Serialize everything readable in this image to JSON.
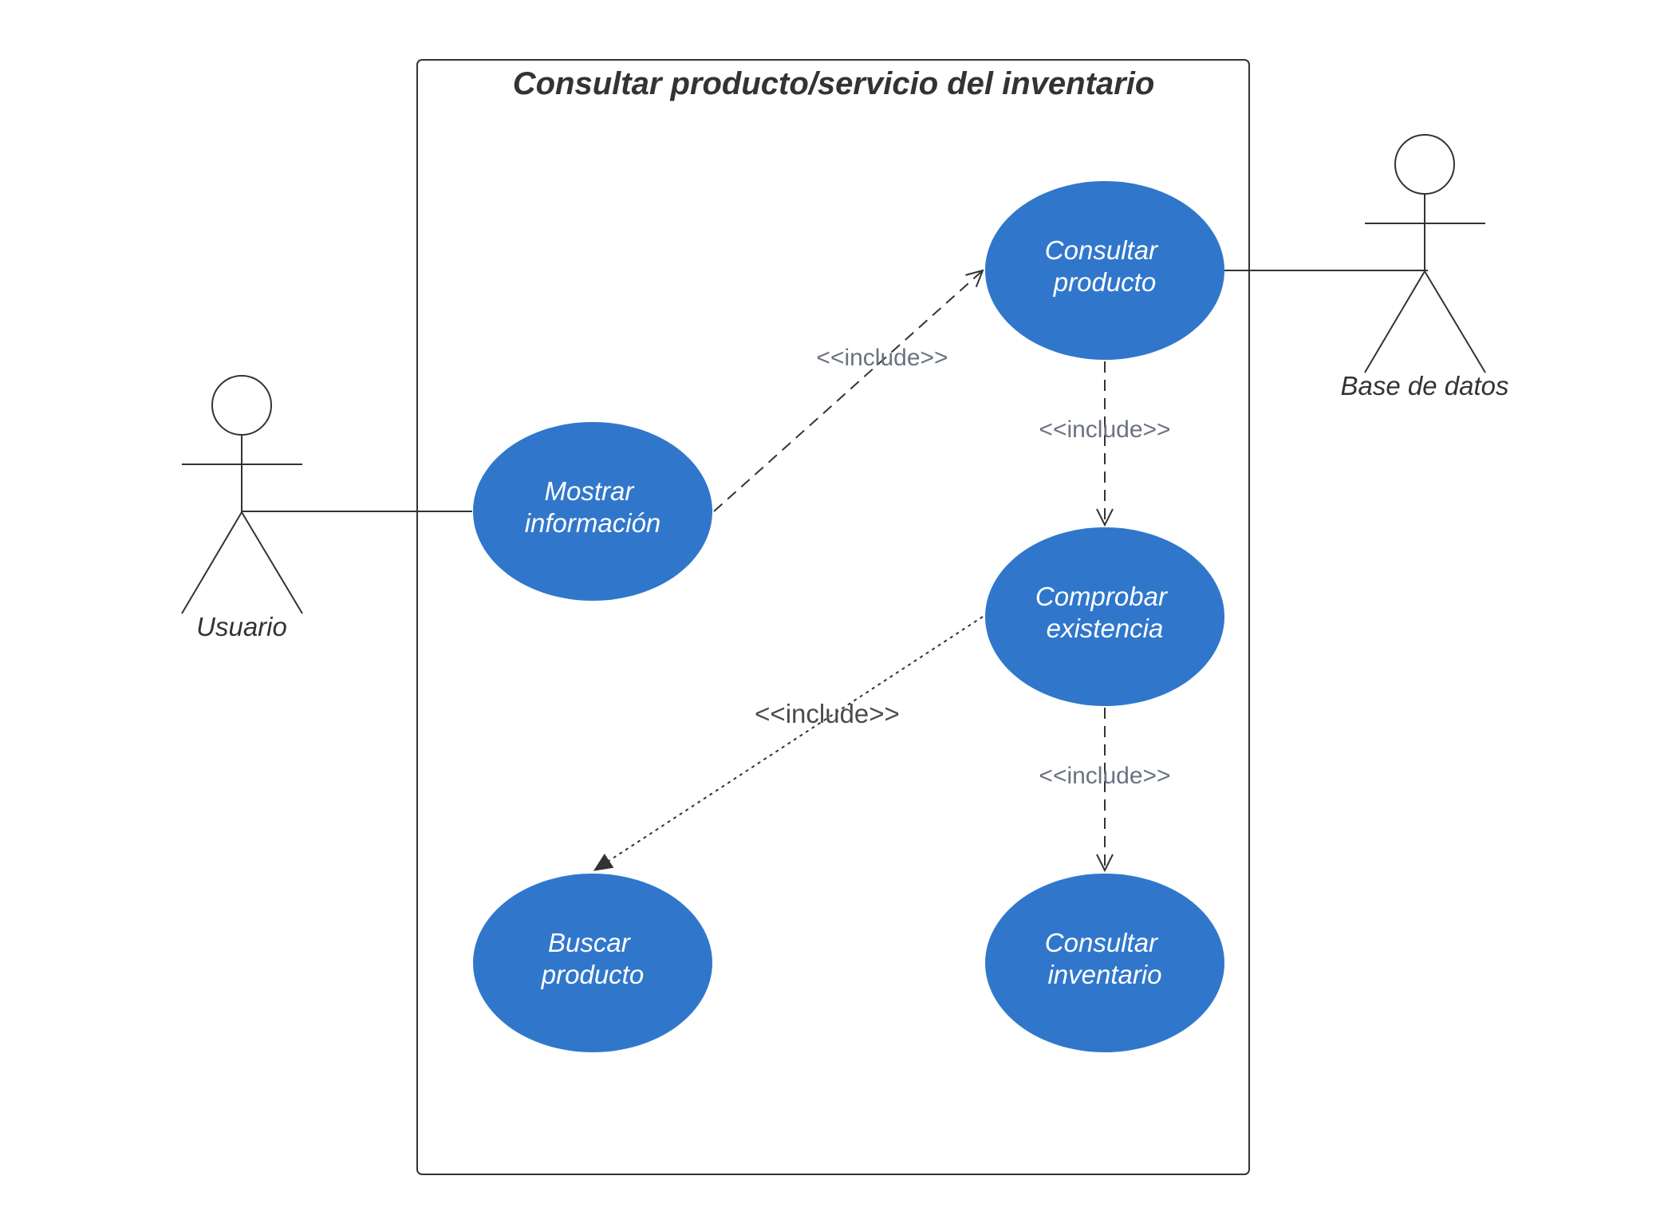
{
  "system": {
    "title": "Consultar producto/servicio del inventario"
  },
  "actors": {
    "usuario": "Usuario",
    "base_de_datos": "Base de datos"
  },
  "use_cases": {
    "mostrar_informacion": [
      "Mostrar",
      "información"
    ],
    "consultar_producto": [
      "Consultar",
      "producto"
    ],
    "comprobar_existencia": [
      "Comprobar",
      "existencia"
    ],
    "buscar_producto": [
      "Buscar",
      "producto"
    ],
    "consultar_inventario": [
      "Consultar",
      "inventario"
    ]
  },
  "relations": {
    "mostrar_to_consultar": "<<include>>",
    "consultar_to_comprobar": "<<include>>",
    "comprobar_to_buscar": "<<include>>",
    "comprobar_to_inventario": "<<include>>"
  },
  "colors": {
    "usecase_fill": "#3077cc",
    "line": "#333333",
    "relation_label": "#6b7280"
  }
}
